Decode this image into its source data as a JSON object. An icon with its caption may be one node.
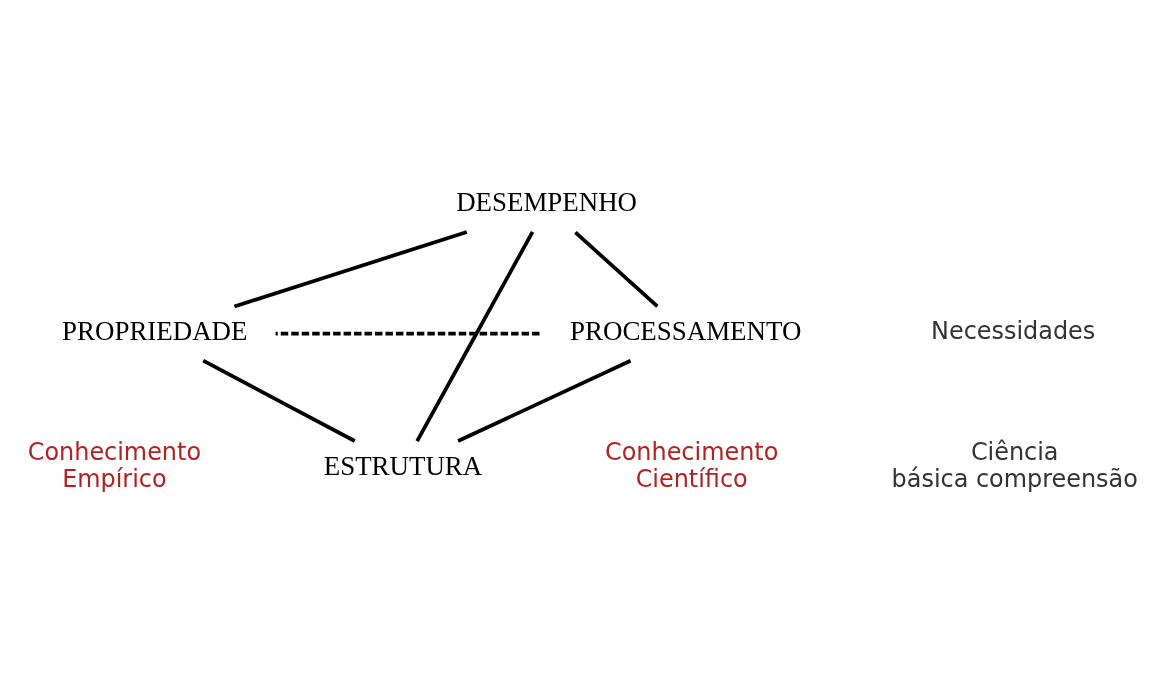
{
  "diagram": {
    "nodes": [
      {
        "text": [
          "DESEMPENHO"
        ]
      },
      {
        "text": [
          "PROPRIEDADE"
        ]
      },
      {
        "text": [
          "PROCESSAMENTO"
        ]
      },
      {
        "text": [
          "ESTRUTURA"
        ]
      }
    ],
    "edges": [
      {
        "from": 0,
        "to": 2,
        "arrow": "none"
      },
      {
        "from": 0,
        "to": 3,
        "arrow": "none"
      },
      {
        "from": 0,
        "to": 1,
        "arrow": "none"
      },
      {
        "from": 1,
        "to": 3,
        "arrow": "none"
      },
      {
        "from": 2,
        "to": 3,
        "arrow": "none"
      },
      {
        "from": 2,
        "to": 1,
        "arrow": "none",
        "style": "dashed"
      }
    ],
    "labels": [
      "Necessidades",
      "Conhecimento Empírico",
      "Conhecimento Científico",
      "Ciência básica compreensão"
    ]
  }
}
